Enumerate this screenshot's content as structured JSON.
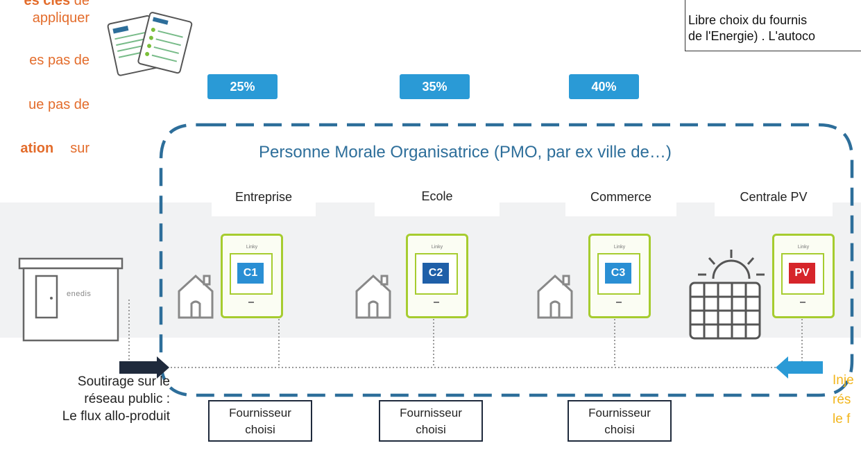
{
  "left_text": {
    "l1_bold": "es clés",
    "l1_tail": "de",
    "l2": "appliquer",
    "l3": "es pas de",
    "l4": "ue pas de",
    "l5_bold": "ation",
    "l5_tail": "sur"
  },
  "info_box": {
    "line1": "Libre choix du fournis",
    "line2": "de l'Energie) . L'autoco"
  },
  "percentages": [
    "25%",
    "35%",
    "40%"
  ],
  "pmo_title": "Personne Morale Organisatrice (PMO, par ex ville de…)",
  "participants": [
    {
      "label": "Entreprise",
      "code": "C1",
      "code_color": "#2a8fd4"
    },
    {
      "label": "Ecole",
      "code": "C2",
      "code_color": "#1f5fa8"
    },
    {
      "label": "Commerce",
      "code": "C3",
      "code_color": "#2a8fd4"
    },
    {
      "label": "Centrale PV",
      "code": "PV",
      "code_color": "#d6252a"
    }
  ],
  "meter_brand": "Linky",
  "enedis_label": "enedis",
  "fournisseur": {
    "line1": "Fournisseur",
    "line2": "choisi"
  },
  "soutirage": {
    "line1": "Soutirage sur le",
    "line2": "réseau public :",
    "line3": "Le flux allo-produit"
  },
  "injection": {
    "line1": "Inje",
    "line2": "rés",
    "line3": "le f"
  },
  "colors": {
    "accent_blue": "#2a9ad6",
    "dash_blue": "#2d6e9a",
    "meter_green": "#a6cc2f",
    "orange_text": "#e36c2b",
    "yellow_text": "#f2b51b"
  }
}
